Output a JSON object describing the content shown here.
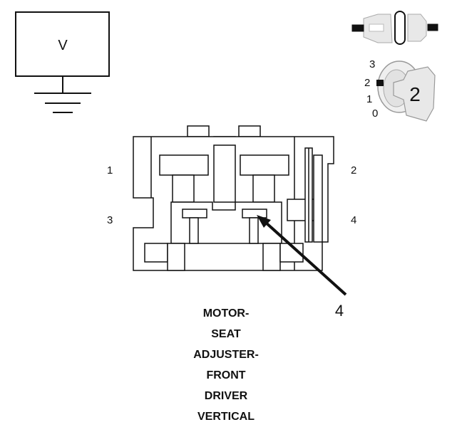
{
  "meter": {
    "symbol": "V"
  },
  "key_switch": {
    "positions": [
      "3",
      "2",
      "1",
      "0"
    ],
    "selected": "2"
  },
  "connector": {
    "pins": [
      "1",
      "2",
      "3",
      "4"
    ],
    "callout": "4"
  },
  "caption": {
    "lines": [
      "MOTOR-",
      "SEAT",
      "ADJUSTER-",
      "FRONT",
      "DRIVER",
      "VERTICAL"
    ]
  }
}
